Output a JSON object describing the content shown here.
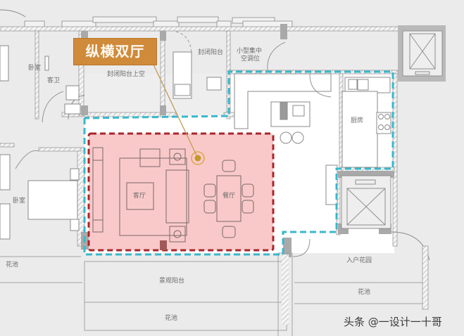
{
  "callout": {
    "label": "纵横双厅",
    "color": "#cf8a3a"
  },
  "rooms": {
    "bedroom_top": "卧室",
    "guest_bath": "客卫",
    "enclosed_balcony_upper": "封闭阳台上空",
    "enclosed_balcony": "封闭阳台",
    "ac_unit": "小型集中\n空调位",
    "ac_unit_line1": "小型集中",
    "ac_unit_line2": "空调位",
    "kitchen": "厨房",
    "living_room": "客厅",
    "dining_room": "餐厅",
    "bedroom_left": "卧室",
    "planter_left": "花池",
    "view_balcony": "景观阳台",
    "planter_bottom": "花池",
    "entry_garden": "入户花园",
    "planter_right": "花池"
  },
  "highlight": {
    "living_dining_fill": "#f9c9c9",
    "living_dining_border": "#a8242a",
    "open_area_border": "#38b8cc"
  },
  "watermark": "头条 @一设计一十哥"
}
